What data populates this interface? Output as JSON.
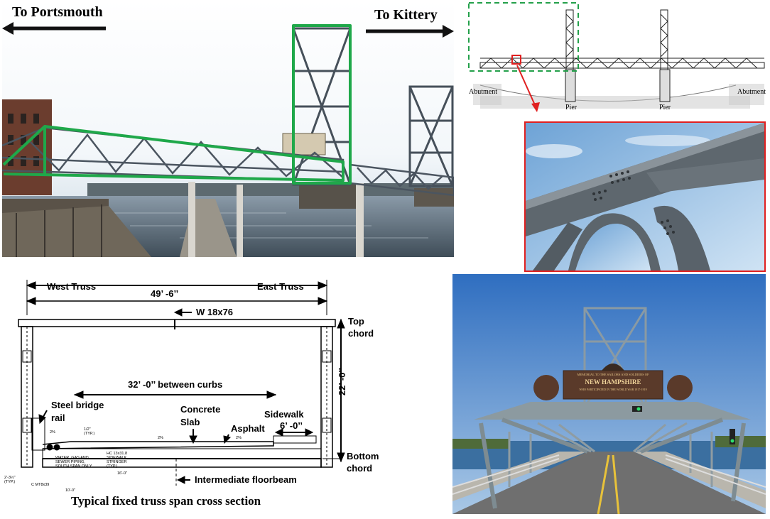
{
  "top_photo": {
    "left_direction": "To Portsmouth",
    "right_direction": "To Kittery"
  },
  "elevation": {
    "labels": [
      "Abutment",
      "Pier",
      "Pier",
      "Abutment"
    ]
  },
  "cross_section": {
    "west_label": "West Truss",
    "east_label": "East Truss",
    "width_dim": "49’ -6’’",
    "beam_label": "W 18x76",
    "top_chord": "Top chord",
    "height_dim": "22’ -0’’",
    "curbs_dim": "32’ -0’’ between curbs",
    "rail_label": "Steel bridge rail",
    "slab_label": "Concrete Slab",
    "asphalt_label": "Asphalt",
    "sidewalk_label": "Sidewalk",
    "sidewalk_dim": "6’ -0’’",
    "bottom_chord": "Bottom chord",
    "floorbeam_label": "Intermediate floorbeam",
    "caption": "Typical fixed truss span cross section",
    "small_notes": [
      "WATER, GAS AND SEWER PIPING, SOUTH SPAN ONLY",
      "HC 13x31.8 SIDEWALK STRINGER (TYP.)",
      "16'-0\"",
      "2%",
      "2%",
      "2%",
      "1/2\"",
      "(TYP.)",
      "2'-3½\"",
      "(TYP.)",
      "C MT8x39",
      "10'-0\""
    ]
  },
  "road_photo": {
    "plaque_line1": "MEMORIAL TO THE SAILORS AND SOLDIERS OF",
    "plaque_line2": "NEW HAMPSHIRE",
    "plaque_line3": "WHO PARTICIPATED IN THE WORLD WAR 1917-1919"
  },
  "colors": {
    "highlight_green": "#1fa84a",
    "zoom_red": "#e02020",
    "dashed_green": "#23a04a"
  }
}
